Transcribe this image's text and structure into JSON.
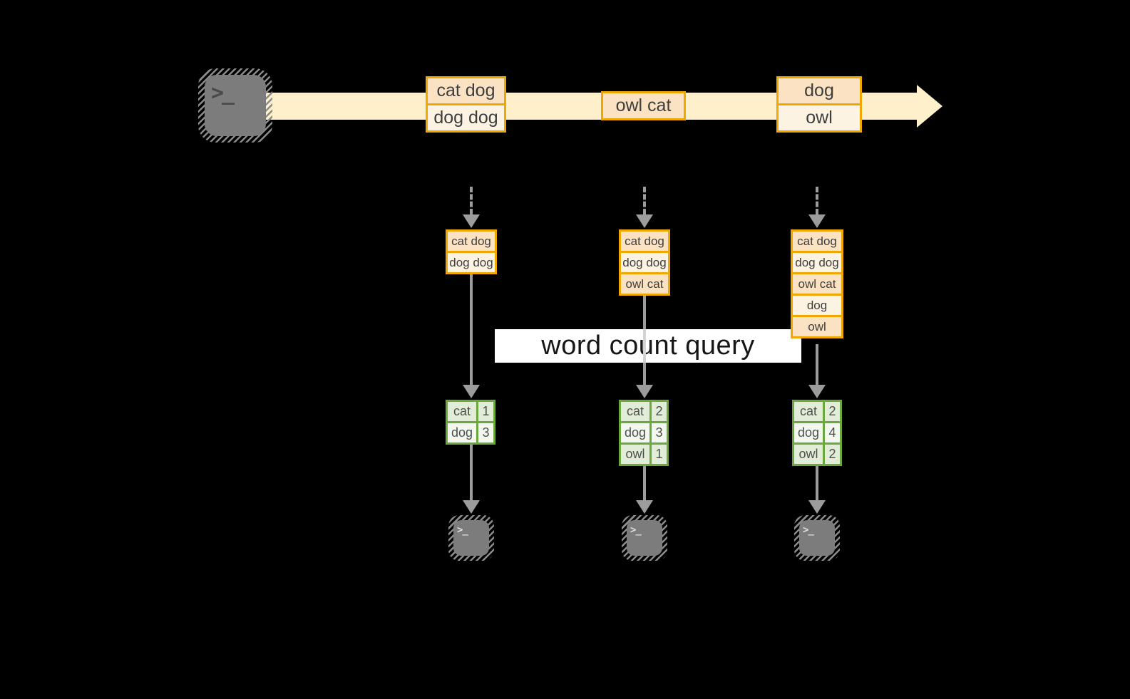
{
  "banner": {
    "label": "word count query"
  },
  "source_terminal": {
    "glyph": ">_"
  },
  "stream": {
    "batches": [
      {
        "lines": [
          "cat dog",
          "dog dog"
        ]
      },
      {
        "lines": [
          "owl cat"
        ]
      },
      {
        "lines": [
          "dog",
          "owl"
        ]
      }
    ]
  },
  "columns": [
    {
      "buffer": [
        "cat dog",
        "dog dog"
      ],
      "counts": [
        {
          "word": "cat",
          "count": "1"
        },
        {
          "word": "dog",
          "count": "3"
        }
      ],
      "terminal": {
        "glyph": ">_"
      }
    },
    {
      "buffer": [
        "cat dog",
        "dog dog",
        "owl cat"
      ],
      "counts": [
        {
          "word": "cat",
          "count": "2"
        },
        {
          "word": "dog",
          "count": "3"
        },
        {
          "word": "owl",
          "count": "1"
        }
      ],
      "terminal": {
        "glyph": ">_"
      }
    },
    {
      "buffer": [
        "cat dog",
        "dog dog",
        "owl cat",
        "dog",
        "owl"
      ],
      "counts": [
        {
          "word": "cat",
          "count": "2"
        },
        {
          "word": "dog",
          "count": "4"
        },
        {
          "word": "owl",
          "count": "2"
        }
      ],
      "terminal": {
        "glyph": ">_"
      }
    }
  ],
  "colors": {
    "background": "#000000",
    "stream_band": "#FDF0CB",
    "box_border": "#F0A800",
    "box_fill_peach": "#FAE2C3",
    "box_fill_cream": "#FDF3E3",
    "table_border": "#6BA83E",
    "table_fill_green": "#E2EDD8",
    "table_fill_light": "#F3F8EF",
    "arrow_gray": "#9C9C9C",
    "terminal_gray": "#7C7C7C",
    "banner_bg": "#FFFFFF"
  }
}
